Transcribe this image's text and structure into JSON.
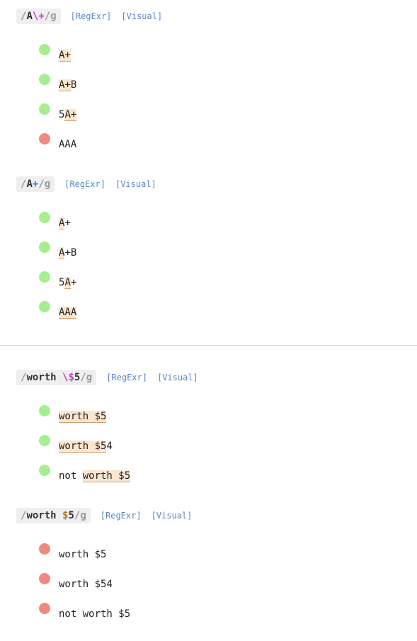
{
  "links": {
    "regexr": "[RegExr]",
    "visual": "[Visual]"
  },
  "colors": {
    "match": "#a6ee8f",
    "nomatch": "#ef8a80",
    "highlight": "#fde6cd"
  },
  "groups": [
    {
      "pattern": {
        "slash1": "/",
        "a": "A",
        "esc": "\\+",
        "slash2": "/",
        "flag": "g"
      },
      "rows": [
        {
          "status": "match",
          "pre": "",
          "hl": "A+",
          "post": ""
        },
        {
          "status": "match",
          "pre": "",
          "hl": "A+",
          "post": "B"
        },
        {
          "status": "match",
          "pre": "5",
          "hl": "A+",
          "post": ""
        },
        {
          "status": "nomatch",
          "pre": "AAA",
          "hl": "",
          "post": ""
        }
      ]
    },
    {
      "pattern": {
        "slash1": "/",
        "a": "A",
        "quant": "+",
        "slash2": "/",
        "flag": "g"
      },
      "rows": [
        {
          "status": "match",
          "pre": "",
          "hl": "A",
          "post": "+"
        },
        {
          "status": "match",
          "pre": "",
          "hl": "A",
          "post": "+B"
        },
        {
          "status": "match",
          "pre": "5",
          "hl": "A",
          "post": "+"
        },
        {
          "status": "match",
          "pre": "",
          "hl": "AAA",
          "post": ""
        }
      ]
    },
    {
      "pattern": {
        "slash1": "/",
        "lit": "worth ",
        "esc": "\\$",
        "lit2": "5",
        "slash2": "/",
        "flag": "g"
      },
      "rows": [
        {
          "status": "match",
          "pre": "",
          "hl": "worth $5",
          "post": ""
        },
        {
          "status": "match",
          "pre": "",
          "hl": "worth $5",
          "post": "4"
        },
        {
          "status": "match",
          "pre": "not ",
          "hl": "worth $5",
          "post": ""
        }
      ]
    },
    {
      "pattern": {
        "slash1": "/",
        "lit": "worth ",
        "anchor": "$",
        "lit2": "5",
        "slash2": "/",
        "flag": "g"
      },
      "rows": [
        {
          "status": "nomatch",
          "pre": "worth $5",
          "hl": "",
          "post": ""
        },
        {
          "status": "nomatch",
          "pre": "worth $54",
          "hl": "",
          "post": ""
        },
        {
          "status": "nomatch",
          "pre": "not worth $5",
          "hl": "",
          "post": ""
        }
      ]
    }
  ]
}
